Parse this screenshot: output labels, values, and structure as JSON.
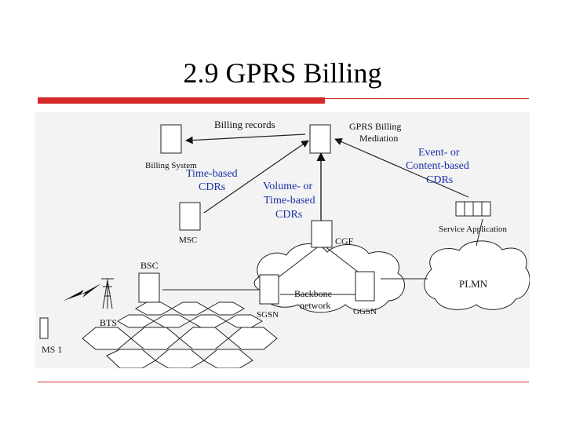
{
  "slide": {
    "title": "2.9 GPRS Billing"
  },
  "diagram": {
    "nodes": {
      "billing_system": "Billing System",
      "gprs_billing_mediation_line1": "GPRS Billing",
      "gprs_billing_mediation_line2": "Mediation",
      "msc": "MSC",
      "cgf": "CGF",
      "sgsn": "SGSN",
      "ggsn": "GGSN",
      "bsc": "BSC",
      "bts": "BTS",
      "ms1": "MS 1",
      "service_application": "Service Application",
      "backbone_line1": "Backbone",
      "backbone_line2": "network",
      "plmn": "PLMN"
    },
    "edge_labels": {
      "billing_records": "Billing records",
      "time_based_line1": "Time-based",
      "time_based_line2": "CDRs",
      "volume_line1": "Volume- or",
      "volume_line2": "Time-based",
      "volume_line3": "CDRs",
      "event_line1": "Event- or",
      "event_line2": "Content-based",
      "event_line3": "CDRs"
    },
    "colors": {
      "label_blue": "#1a2ea8",
      "accent_red": "#d42a2a"
    }
  }
}
